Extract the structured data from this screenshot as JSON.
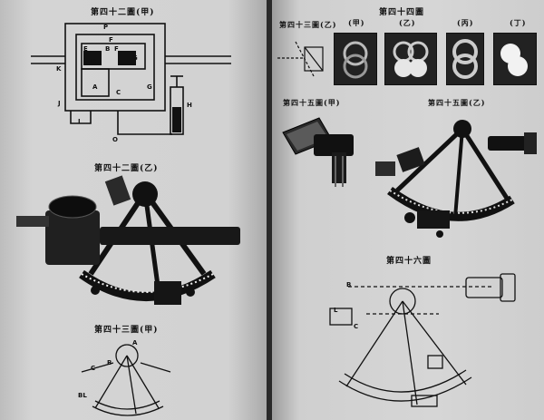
{
  "left": {
    "fig42a_caption": "第四十二圖(甲)",
    "fig42b_caption": "第四十二圖(乙)",
    "fig43a_caption": "第四十三圖(甲)",
    "fig42a_letters": [
      "P",
      "F",
      "E",
      "B",
      "F",
      "G",
      "D",
      "A",
      "C",
      "K",
      "J",
      "I",
      "O",
      "H",
      "G"
    ],
    "fig43a_letters": [
      "A",
      "C",
      "B",
      "BL"
    ]
  },
  "right": {
    "fig44_caption": "第四十四圖",
    "fig43b_caption": "第四十三圖(乙)",
    "fig44_sub": [
      "(甲)",
      "(乙)",
      "(丙)",
      "(丁)"
    ],
    "fig45a_caption": "第四十五圖(甲)",
    "fig45b_caption": "第四十五圖(乙)",
    "fig46_caption": "第四十六圖",
    "fig46_letters": [
      "B",
      "L",
      "C"
    ]
  }
}
